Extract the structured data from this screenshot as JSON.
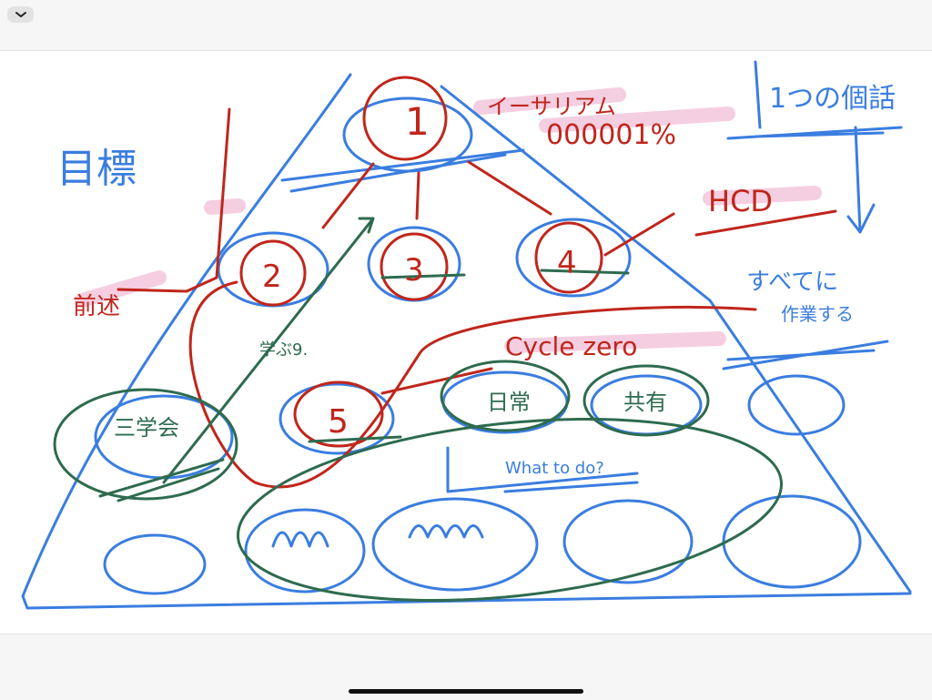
{
  "toolbar": {
    "collapse_icon": "chevron-down-icon"
  },
  "colors": {
    "blue": "#3a7de0",
    "red": "#c0261c",
    "green": "#2e6b4e",
    "highlight": "#f3c6dc"
  },
  "sketch": {
    "goal_label": "目標",
    "top_note": "イーサリアム",
    "top_percent": "000001%",
    "one_topic": "1つの個話",
    "hcd": "HCD",
    "everything": "すべてに",
    "work": "作業する",
    "cycle_zero": "Cycle zero",
    "previous": "前述",
    "step_note": "学ぶ9.",
    "study": "三学会",
    "daily": "日常",
    "share": "共有",
    "what_to_do": "What to do?",
    "numbers": [
      "1",
      "2",
      "3",
      "4",
      "5"
    ]
  }
}
